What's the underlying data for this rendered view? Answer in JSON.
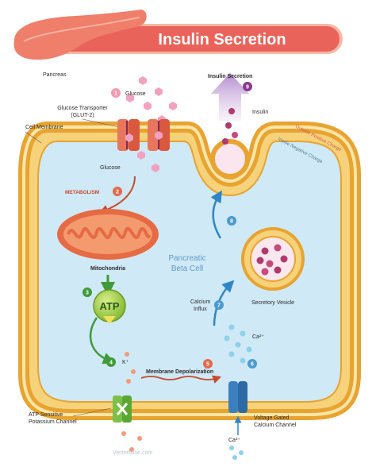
{
  "title": "Insulin Secretion",
  "watermark": "VectorMine.com",
  "labels": {
    "pancreas": "Pancreas",
    "glucose_top": "Glucose",
    "glucose_transporter": "Glucose Transporter",
    "glut2": "(GLUT-2)",
    "cell_membrane": "Cell Membrane",
    "glucose_inside": "Glucose",
    "metabolism": "METABOLISM",
    "mitochondria": "Mitochondria",
    "atp": "ATP",
    "k_plus": "K⁺",
    "membrane_depolarization": "Membrane Depolarization",
    "atp_channel_line1": "ATP Sensitive",
    "atp_channel_line2": "Potassium Channel",
    "insulin_secretion": "Insulin Secretion",
    "insulin": "Insulin",
    "outside_charge": "Outside Positive Charge",
    "inside_charge": "Inside Negative Charge",
    "pancreatic_line1": "Pancreatic",
    "pancreatic_line2": "Beta Cell",
    "secretory_vesicle": "Secretory Vesicle",
    "calcium_line1": "Calcium",
    "calcium_line2": "Influx",
    "ca_top": "Ca²⁺",
    "ca_bottom": "Ca²⁺",
    "vg_line1": "Voltage Gated",
    "vg_line2": "Calcium Channel"
  },
  "steps": [
    "1",
    "2",
    "3",
    "4",
    "5",
    "6",
    "7",
    "8",
    "9"
  ],
  "colors": {
    "membrane_outer": "#e8a330",
    "membrane_inner": "#f6d27a",
    "cell_fill": "#cfe9f6",
    "title_banner": "#e9635a",
    "step_pink": "#f29bb4",
    "step_red": "#e4694b",
    "step_green": "#3f9b3a",
    "step_blue": "#4b9ad0",
    "step_purple": "#8b3a8e",
    "mitochondria": "#e66a44",
    "atp": "#9fcc3b",
    "insulin": "#b03a6b",
    "glucose": "#f2a2c0",
    "calcium": "#8fd0ea"
  }
}
